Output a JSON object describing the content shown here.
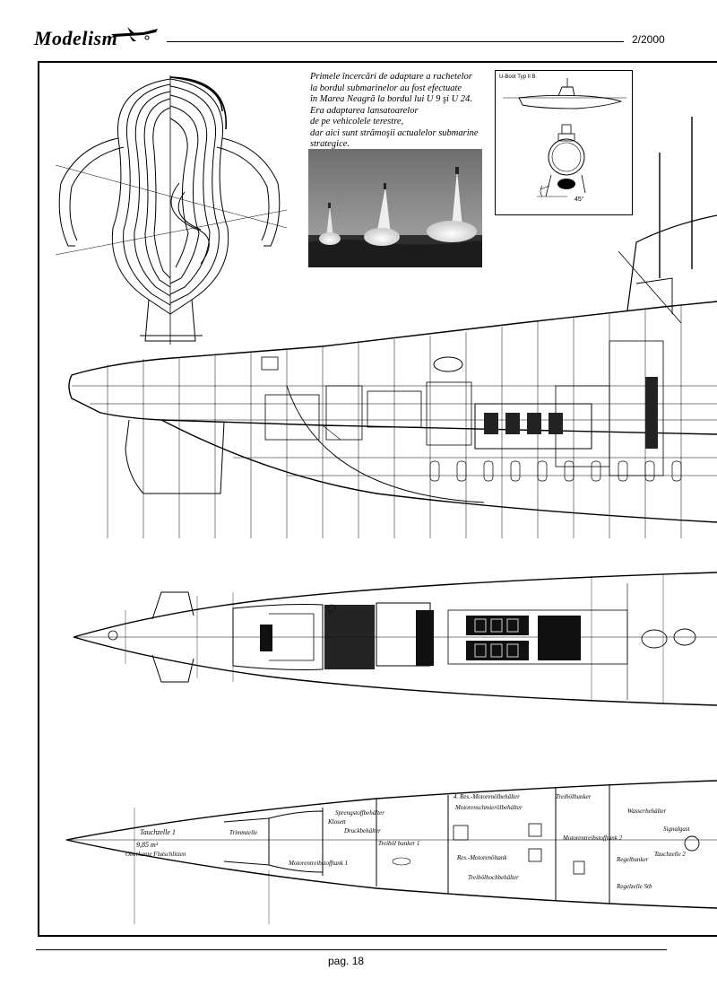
{
  "header": {
    "logo_text": "Modelism",
    "issue": "2/2000"
  },
  "caption": {
    "lines": [
      "Primele încercări de adaptare a rachetelor",
      "la bordul submarinelor au fost efectuate",
      "în Marea Neagră la bordul lui U 9 şi U 24.",
      "Era adaptarea lansatoarelor",
      "de pe vehicolele terestre,",
      "dar aici sunt strămoşii actualelor submarine",
      "strategice."
    ]
  },
  "inset": {
    "title": "U-Boot Typ II B",
    "angle_label": "45°"
  },
  "plan_labels": {
    "l1": "Tauchzelle 1",
    "l2": "9,85 m³",
    "l3": "Oberkante Flutschlitzen",
    "l4": "Trimmzelle",
    "l5": "Klosett",
    "l6": "Sprengstoffbehälter",
    "l7": "Druckbehälter",
    "l8": "Treiböl bunker 1",
    "l9": "Motorentreibstofftank 1",
    "l10": "4. Res.-Motorenölbehälter",
    "l11": "Motorenschmierölbehälter",
    "l12": "Res.-Motorenöltank",
    "l13": "Treibölhochbehälter",
    "l14": "Treibölbunker",
    "l15": "Motorentreibstofftank 2",
    "l16": "Regelbunker",
    "l17": "Tauchzelle 2",
    "l18": "Signalgast",
    "l19": "Regelzelle Stb",
    "l20": "Wasserbehälter"
  },
  "footer": {
    "page": "pag. 18"
  }
}
